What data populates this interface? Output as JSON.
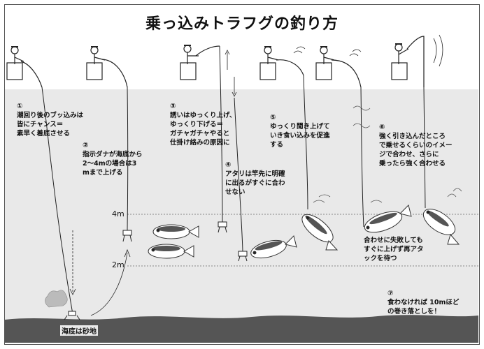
{
  "title": "乗っ込みトラフグの釣り方",
  "depth_markers": {
    "upper": "4m",
    "lower": "2m"
  },
  "bottom_label": "海底は砂地",
  "steps": [
    {
      "num": "①",
      "text": "潮回り後のブッ込みは\n皆にチャンス＝\n素早く着底させる"
    },
    {
      "num": "②",
      "text": "指示ダナが海底から\n2〜4mの場合は3\nmまで上げる"
    },
    {
      "num": "③",
      "text": "誘いはゆっくり上げ、\nゆっくり下げる＝\nガチャガチャやると\n仕掛け絡みの原因に"
    },
    {
      "num": "④",
      "text": "アタリは竿先に明確\nに出るがすぐに合わ\nせない"
    },
    {
      "num": "⑤",
      "text": "ゆっくり聞き上げて\nいき食い込みを促進\nする"
    },
    {
      "num": "⑥",
      "text": "強く引き込んだところ\nで乗せるくらいのイメー\nジで合わせ、さらに\n乗ったら強く合わせる"
    },
    {
      "num": "⑦",
      "text": "食わなければ 10mほど\nの巻き落としを！"
    }
  ],
  "retry_note": "合わせに失敗しても\nすぐに上げず再アタ\nックを待つ",
  "colors": {
    "water": "#e9e9e9",
    "seabed": "#555555",
    "line": "#222222",
    "fish": "#444444"
  }
}
